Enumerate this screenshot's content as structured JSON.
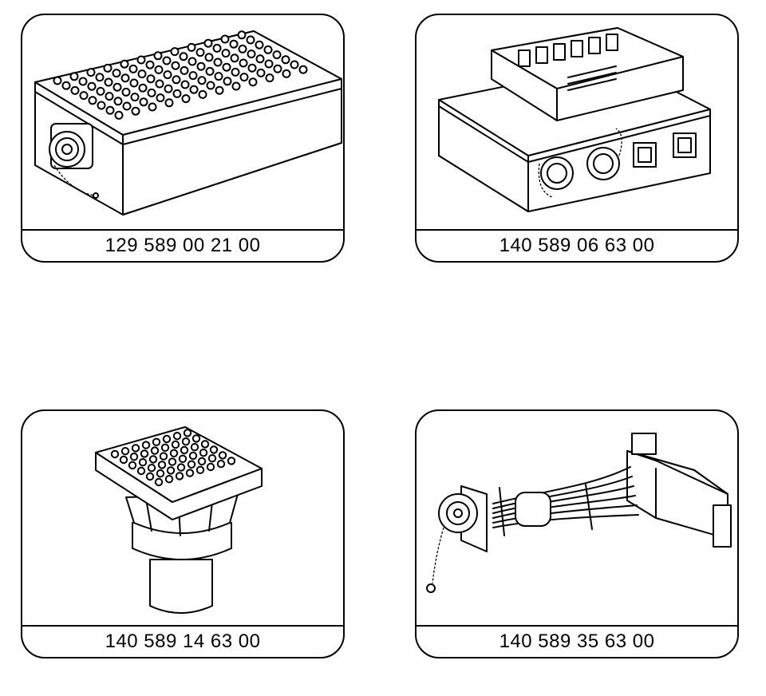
{
  "parts": [
    {
      "part_number": "129 589 00 21 00",
      "icon": "test-box-with-socket-matrix"
    },
    {
      "part_number": "140 589 06 63 00",
      "icon": "adapter-housing-with-round-connectors"
    },
    {
      "part_number": "140 589 14 63 00",
      "icon": "round-socket-adapter"
    },
    {
      "part_number": "140 589 35 63 00",
      "icon": "adapter-cable-harness"
    }
  ]
}
